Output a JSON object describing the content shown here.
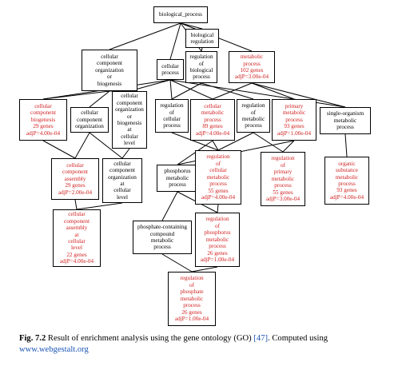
{
  "diagram": {
    "nodes": [
      {
        "id": "n1",
        "lines": [
          "biological_process"
        ],
        "highlight": false
      },
      {
        "id": "n2",
        "lines": [
          "biological",
          "regulation"
        ],
        "highlight": false
      },
      {
        "id": "n3",
        "lines": [
          "cellular",
          "component",
          "organization",
          "or",
          "biogenesis"
        ],
        "highlight": false
      },
      {
        "id": "n4",
        "lines": [
          "cellular",
          "process"
        ],
        "highlight": false
      },
      {
        "id": "n5",
        "lines": [
          "regulation",
          "of",
          "biological",
          "process"
        ],
        "highlight": false
      },
      {
        "id": "n6",
        "lines": [
          "metabolic",
          "process",
          "102 genes",
          "adjP=3.00e-04"
        ],
        "highlight": true
      },
      {
        "id": "n7",
        "lines": [
          "cellular",
          "component",
          "biogenesis",
          "29 genes",
          "adjP=4.00e-04"
        ],
        "highlight": true
      },
      {
        "id": "n8",
        "lines": [
          "cellular",
          "component",
          "organization"
        ],
        "highlight": false
      },
      {
        "id": "n9",
        "lines": [
          "cellular",
          "component",
          "organization",
          "or",
          "biogenesis",
          "at",
          "cellular",
          "level"
        ],
        "highlight": false
      },
      {
        "id": "n10",
        "lines": [
          "regulation",
          "of",
          "cellular",
          "process"
        ],
        "highlight": false
      },
      {
        "id": "n11",
        "lines": [
          "cellular",
          "metabolic",
          "process",
          "89 genes",
          "adjP=4.00e-04"
        ],
        "highlight": true
      },
      {
        "id": "n12",
        "lines": [
          "regulation",
          "of",
          "metabolic",
          "process"
        ],
        "highlight": false
      },
      {
        "id": "n13",
        "lines": [
          "primary",
          "metabolic",
          "process",
          "93 genes",
          "adjP=1.00e-04"
        ],
        "highlight": true
      },
      {
        "id": "n14",
        "lines": [
          "single-organism",
          "metabolic",
          "process"
        ],
        "highlight": false
      },
      {
        "id": "n15",
        "lines": [
          "cellular",
          "component",
          "assembly",
          "29 genes",
          "adjP=2.00e-04"
        ],
        "highlight": true
      },
      {
        "id": "n16",
        "lines": [
          "cellular",
          "component",
          "organization",
          "at",
          "cellular",
          "level"
        ],
        "highlight": false
      },
      {
        "id": "n17",
        "lines": [
          "phosphorus",
          "metabolic",
          "process"
        ],
        "highlight": false
      },
      {
        "id": "n18",
        "lines": [
          "regulation",
          "of",
          "cellular",
          "metabolic",
          "process",
          "55 genes",
          "adjP=4.00e-04"
        ],
        "highlight": true
      },
      {
        "id": "n19",
        "lines": [
          "regulation",
          "of",
          "primary",
          "metabolic",
          "process",
          "55 genes",
          "adjP=3.00e-04"
        ],
        "highlight": true
      },
      {
        "id": "n20",
        "lines": [
          "organic",
          "substance",
          "metabolic",
          "process",
          "93 genes",
          "adjP=4.00e-04"
        ],
        "highlight": true
      },
      {
        "id": "n21",
        "lines": [
          "cellular",
          "component",
          "assembly",
          "at",
          "cellular",
          "level",
          "22 genes",
          "adjP=4.00e-04"
        ],
        "highlight": true
      },
      {
        "id": "n22",
        "lines": [
          "phosphate-containing",
          "compound",
          "metabolic",
          "process"
        ],
        "highlight": false
      },
      {
        "id": "n23",
        "lines": [
          "regulation",
          "of",
          "phosphorus",
          "metabolic",
          "process",
          "26 genes",
          "adjP=1.00e-04"
        ],
        "highlight": true
      },
      {
        "id": "n24",
        "lines": [
          "regulation",
          "of",
          "phosphate",
          "metabolic",
          "process",
          "26 genes",
          "adjP=1.00e-04"
        ],
        "highlight": true
      }
    ],
    "edges": [
      [
        "n1",
        "n2"
      ],
      [
        "n1",
        "n3"
      ],
      [
        "n1",
        "n4"
      ],
      [
        "n1",
        "n5"
      ],
      [
        "n1",
        "n6"
      ],
      [
        "n2",
        "n5"
      ],
      [
        "n3",
        "n7"
      ],
      [
        "n3",
        "n8"
      ],
      [
        "n3",
        "n9"
      ],
      [
        "n4",
        "n7"
      ],
      [
        "n4",
        "n9"
      ],
      [
        "n4",
        "n10"
      ],
      [
        "n4",
        "n11"
      ],
      [
        "n4",
        "n14"
      ],
      [
        "n5",
        "n10"
      ],
      [
        "n5",
        "n12"
      ],
      [
        "n6",
        "n11"
      ],
      [
        "n6",
        "n13"
      ],
      [
        "n6",
        "n14"
      ],
      [
        "n7",
        "n15"
      ],
      [
        "n8",
        "n15"
      ],
      [
        "n8",
        "n16"
      ],
      [
        "n9",
        "n16"
      ],
      [
        "n10",
        "n18"
      ],
      [
        "n11",
        "n17"
      ],
      [
        "n11",
        "n18"
      ],
      [
        "n12",
        "n18"
      ],
      [
        "n12",
        "n19"
      ],
      [
        "n13",
        "n17"
      ],
      [
        "n13",
        "n19"
      ],
      [
        "n14",
        "n20"
      ],
      [
        "n15",
        "n21"
      ],
      [
        "n16",
        "n21"
      ],
      [
        "n17",
        "n22"
      ],
      [
        "n17",
        "n23"
      ],
      [
        "n18",
        "n23"
      ],
      [
        "n22",
        "n24"
      ],
      [
        "n23",
        "n24"
      ]
    ]
  },
  "caption": {
    "label": "Fig. 7.2",
    "text_before": "Result of enrichment analysis using the gene ontology (GO)",
    "citation": "[47]",
    "text_after": ". Computed using",
    "link": "www.webgestalt.org"
  }
}
